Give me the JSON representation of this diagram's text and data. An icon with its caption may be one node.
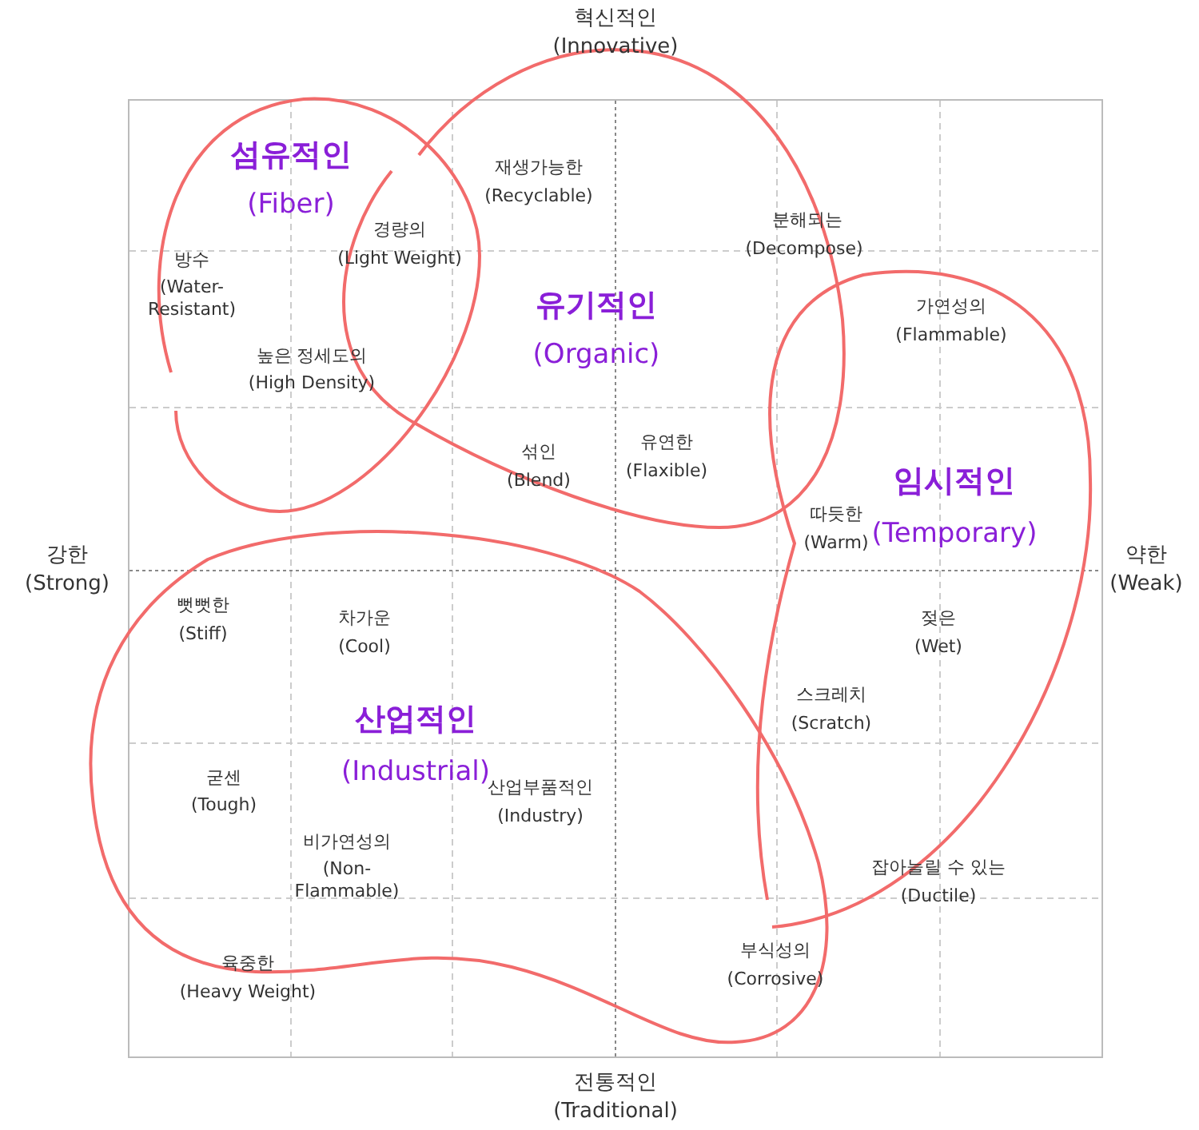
{
  "diagram": {
    "nodes": [
      {
        "text": [
          "섬유적인",
          "(Fiber)"
        ]
      },
      {
        "text": [
          "유기적인",
          "(Organic)"
        ]
      },
      {
        "text": [
          "임시적인",
          "(Temporary)"
        ]
      },
      {
        "text": [
          "산업적인",
          "(Industrial)"
        ]
      }
    ],
    "edges": [],
    "labels": [
      "혁신적인",
      "(Innovative)",
      "재생가능한",
      "(Recyclable)",
      "경량의",
      "(Light Weight)",
      "분해되는",
      "(Decompose)",
      "방수",
      "(Water-Resistant)",
      "가연성의",
      "(Flammable)",
      "높은 정세도의",
      "(High Density)",
      "유연한",
      "(Flaxible)",
      "섞인",
      "(Blend)",
      "따듯한",
      "(Warm)",
      "강한",
      "(Strong)",
      "약한",
      "(Weak)",
      "뻣뻣한",
      "(Stiff)",
      "차가운",
      "(Cool)",
      "젖은",
      "(Wet)",
      "스크레치",
      "(Scratch)",
      "굳센",
      "(Tough)",
      "산업부품적인",
      "(Industry)",
      "비가연성의",
      "(Non-Flammable)",
      "잡아늘릴 수 있는",
      "(Ductile)",
      "부식성의",
      "(Corrosive)",
      "육중한",
      "(Heavy Weight)",
      "전통적인",
      "(Traditional)"
    ]
  }
}
